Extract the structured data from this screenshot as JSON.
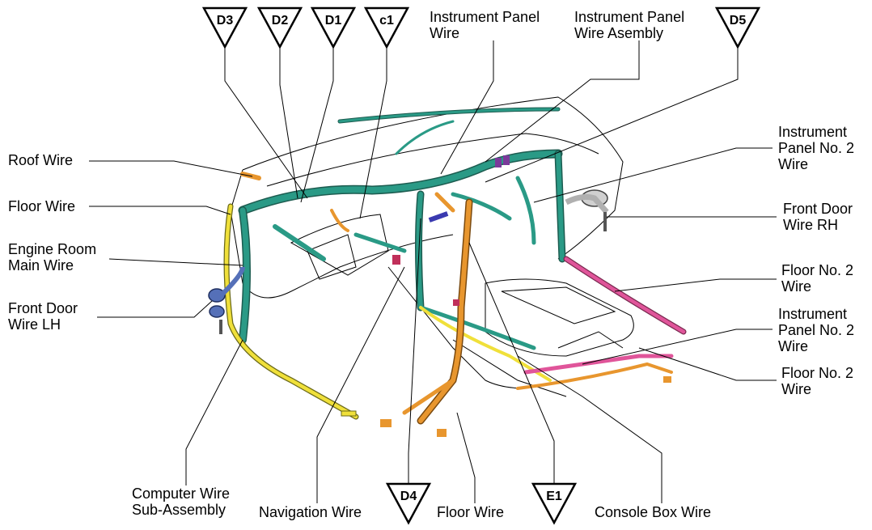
{
  "connectors": [
    "D3",
    "D2",
    "D1",
    "c1",
    "D5",
    "D4",
    "E1"
  ],
  "labels": {
    "instrument_panel_wire": [
      "Instrument Panel",
      "Wire"
    ],
    "instrument_panel_wire_assembly": [
      "Instrument Panel",
      "Wire Asembly"
    ],
    "roof_wire": [
      "Roof Wire"
    ],
    "floor_wire_left": [
      "Floor Wire"
    ],
    "engine_room_main_wire": [
      "Engine Room",
      "Main Wire"
    ],
    "front_door_wire_lh": [
      "Front Door",
      "Wire LH"
    ],
    "instrument_panel_no2_upper": [
      "Instrument",
      "Panel No. 2",
      "Wire"
    ],
    "front_door_wire_rh": [
      "Front Door",
      "Wire RH"
    ],
    "floor_no2_wire_upper": [
      "Floor No. 2",
      "Wire"
    ],
    "instrument_panel_no2_lower": [
      "Instrument",
      "Panel No. 2",
      "Wire"
    ],
    "floor_no2_wire_lower": [
      "Floor No. 2",
      "Wire"
    ],
    "computer_wire_sub_assembly": [
      "Computer Wire",
      "Sub-Assembly"
    ],
    "navigation_wire": [
      "Navigation Wire"
    ],
    "floor_wire_bottom": [
      "Floor Wire"
    ],
    "console_box_wire": [
      "Console Box Wire"
    ]
  },
  "colors": {
    "instrument_panel_wire": "#2a9a86",
    "floor_wire": "#f0e03a",
    "floor_no2_wire": "#e0559a",
    "front_door_wire": "#5570b8",
    "orange_wire": "#e8962e",
    "outline": "#000000"
  }
}
